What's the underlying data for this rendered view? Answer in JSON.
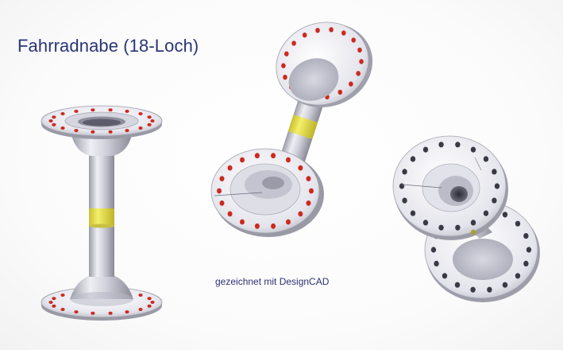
{
  "title": "Fahrradnabe (18-Loch)",
  "caption": "gezeichnet mit DesignCAD",
  "colors": {
    "metal_light": "#f4f4f8",
    "metal_mid": "#c9c9d4",
    "metal_dark": "#8f8f9c",
    "spoke_hole": "#cc2a1f",
    "band": "#ece43a",
    "text": "#2a3576"
  },
  "hub_count": 3,
  "spoke_holes_per_flange": 18
}
